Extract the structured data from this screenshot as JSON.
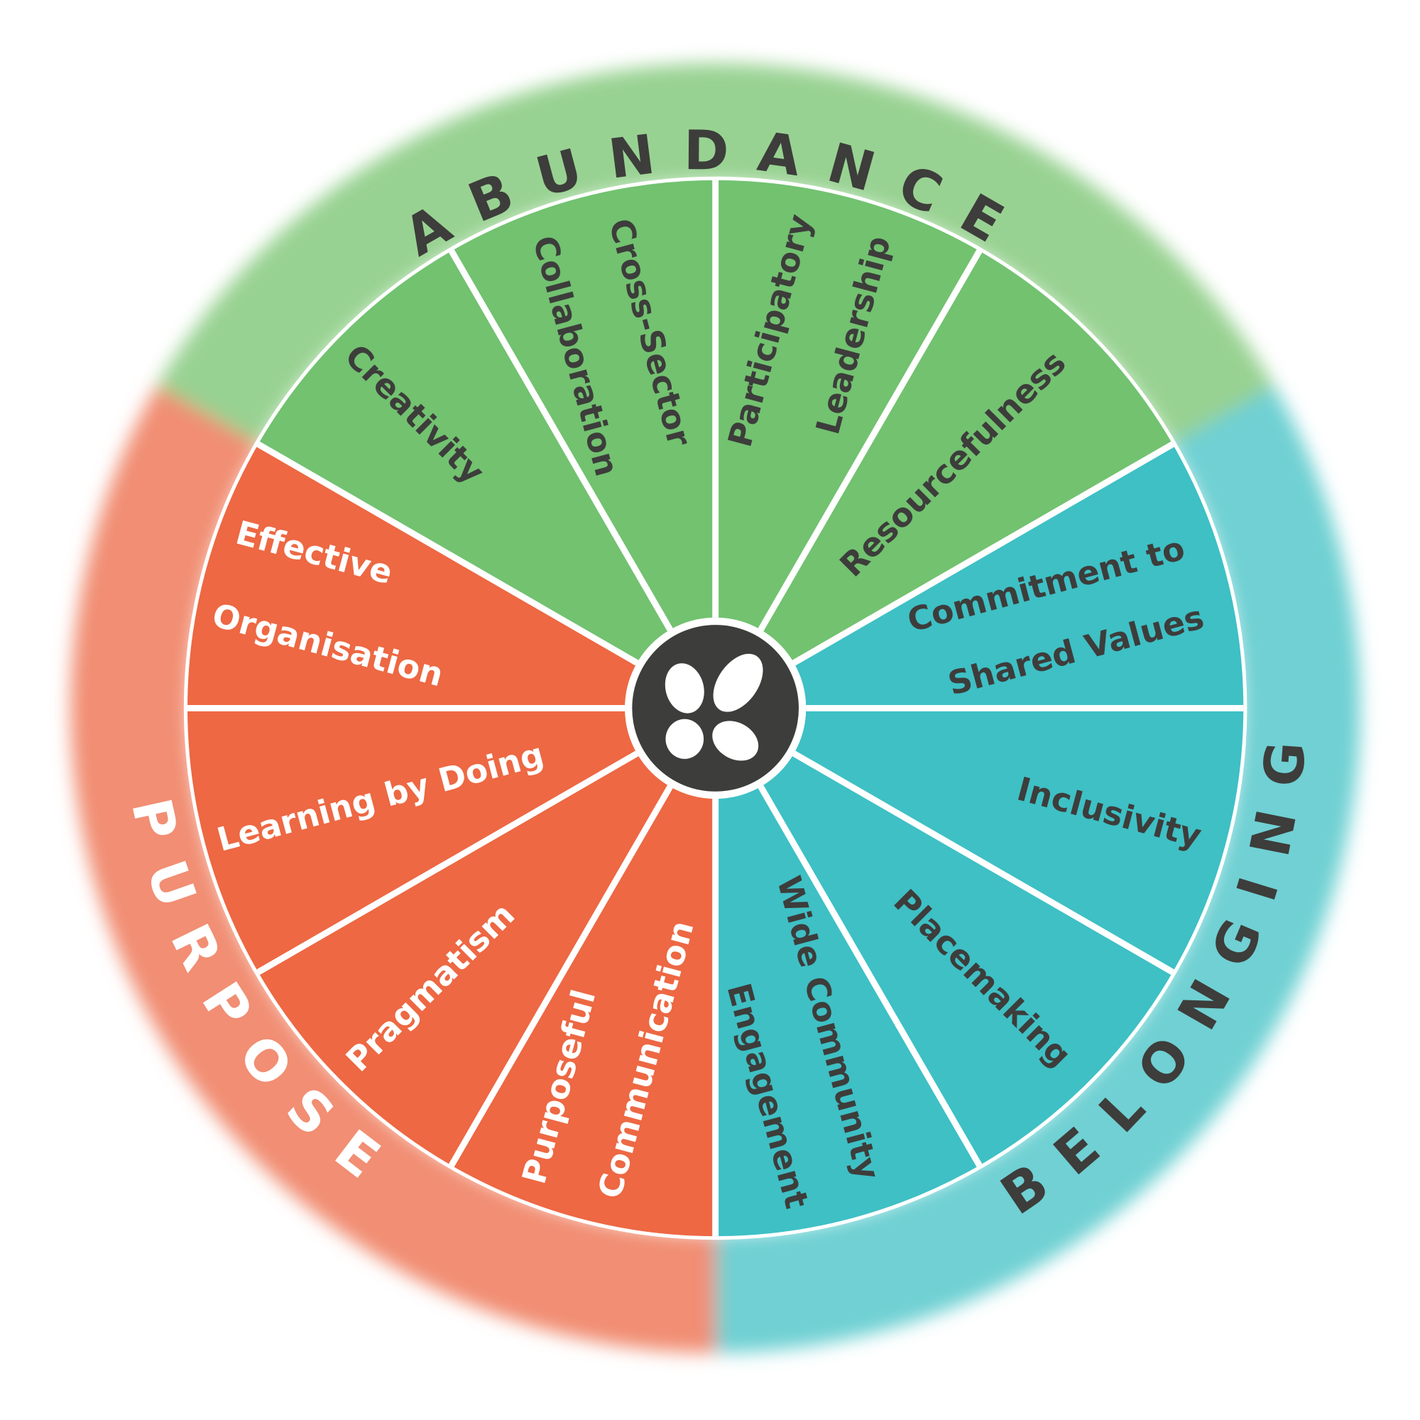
{
  "title": "Values Wheel",
  "colors": {
    "text_dark": "#3d3d3b",
    "text_light": "#ffffff",
    "hub": "#3d3d3b",
    "divider": "#ffffff"
  },
  "groups": [
    {
      "id": "abundance",
      "label": "ABUNDANCE",
      "wedge_color": "#72c270",
      "ring_color": "#98d292",
      "label_color": "#3d3d3b",
      "segments": [
        {
          "lines": [
            "Creativity"
          ]
        },
        {
          "lines": [
            "Cross-Sector",
            "Collaboration"
          ]
        },
        {
          "lines": [
            "Participatory",
            "Leadership"
          ]
        },
        {
          "lines": [
            "Resourcefulness"
          ]
        }
      ]
    },
    {
      "id": "belonging",
      "label": "BELONGING",
      "wedge_color": "#3ec0c5",
      "ring_color": "#6fd0d3",
      "label_color": "#3d3d3b",
      "segments": [
        {
          "lines": [
            "Commitment to",
            "Shared Values"
          ]
        },
        {
          "lines": [
            "Inclusivity"
          ]
        },
        {
          "lines": [
            "Placemaking"
          ]
        },
        {
          "lines": [
            "Wide Community",
            "Engagement"
          ]
        }
      ]
    },
    {
      "id": "purpose",
      "label": "PURPOSE",
      "wedge_color": "#ed6843",
      "ring_color": "#f18e73",
      "label_color": "#ffffff",
      "segments": [
        {
          "lines": [
            "Purposeful",
            "Communication"
          ]
        },
        {
          "lines": [
            "Pragmatism"
          ]
        },
        {
          "lines": [
            "Learning by Doing"
          ]
        },
        {
          "lines": [
            "Effective",
            "Organisation"
          ]
        }
      ]
    }
  ],
  "hub": {
    "icon": "four-seeds-logo-icon"
  }
}
